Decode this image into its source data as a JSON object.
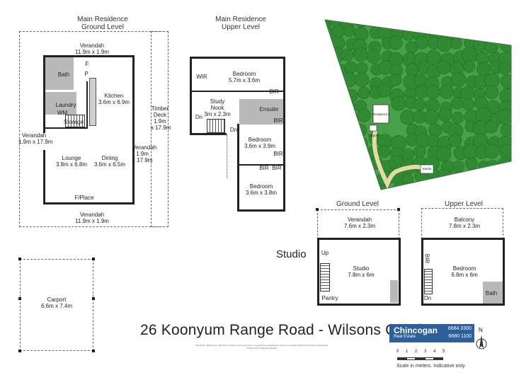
{
  "headings": {
    "main_ground": [
      "Main Residence",
      "Ground Level"
    ],
    "main_upper": [
      "Main Residence",
      "Upper Level"
    ],
    "studio": "Studio",
    "studio_ground": "Ground Level",
    "studio_upper": "Upper Level"
  },
  "ground_rooms": {
    "verandah_top": [
      "Verandah",
      "11.9m x 1.9m"
    ],
    "bath": "Bath",
    "f": "F",
    "p": "P",
    "laundry": "Laundry",
    "wm": "WM",
    "storage": "Storage",
    "kitchen": [
      "Kitchen",
      "3.6m x 6.9m"
    ],
    "timber_deck": [
      "Timber",
      "Deck",
      "1.9m",
      "x 17.9m"
    ],
    "verandah_left": [
      "Verandah",
      "1.9m x 17.9m"
    ],
    "verandah_right": [
      "Verandah",
      "1.9m",
      "x 17.9m"
    ],
    "lounge": [
      "Lounge",
      "3.8m x 6.8m"
    ],
    "dining": [
      "Dining",
      "3.6m x 6.5m"
    ],
    "fplace": "F/Place",
    "verandah_bottom": [
      "Verandah",
      "11.9m x 1.9m"
    ]
  },
  "upper_rooms": {
    "bedroom1": [
      "Bedroom",
      "5.7m x 3.6m"
    ],
    "wir": "WIR",
    "bir1": "BIR",
    "study": [
      "Study",
      "Nook",
      "3m x 2.3m"
    ],
    "dn1": "Dn",
    "dn2": "Dn",
    "ensuite": "Ensuite",
    "bir2": "BIR",
    "bedroom2": [
      "Bedroom",
      "3.6m x 3.9m"
    ],
    "bir3": "BIR",
    "bir4": "BIR",
    "bir5": "BIR",
    "bedroom3": [
      "Bedroom",
      "3.6m x 3.8m"
    ]
  },
  "carport": [
    "Carport",
    "6.6m x 7.4m"
  ],
  "site": {
    "residence": "Residence 1",
    "carport": "Carport",
    "studio": "Studio"
  },
  "studio_ground_rooms": {
    "verandah": [
      "Verandah",
      "7.6m x 2.3m"
    ],
    "up": "Up",
    "studio": [
      "Studio",
      "7.8m x 6m"
    ],
    "pantry": "Pantry"
  },
  "studio_upper_rooms": {
    "balcony": [
      "Balcony",
      "7.8m x 2.3m"
    ],
    "bir": "BIR",
    "bedroom": [
      "Bedroom",
      "6.8m x 6m"
    ],
    "bath": "Bath",
    "dn": "Dn"
  },
  "address": "26 Koonyum Range Road - Wilsons Creek",
  "agency": {
    "name": "Chincogan",
    "tagline": "Real Estate",
    "phone1": "6684 3300",
    "phone2": "6680 1100"
  },
  "disclaimer": "Disclaimer: Whilst every attempt is made to ensure accuracy, no guarantee regarding the property is implied. Measurements are approximate. Produced by Friday Kay Studios",
  "compass": "N",
  "scale": {
    "ticks": [
      "0",
      "1",
      "2",
      "3",
      "4",
      "5"
    ],
    "note": "Scale in meters. Indicative only."
  }
}
